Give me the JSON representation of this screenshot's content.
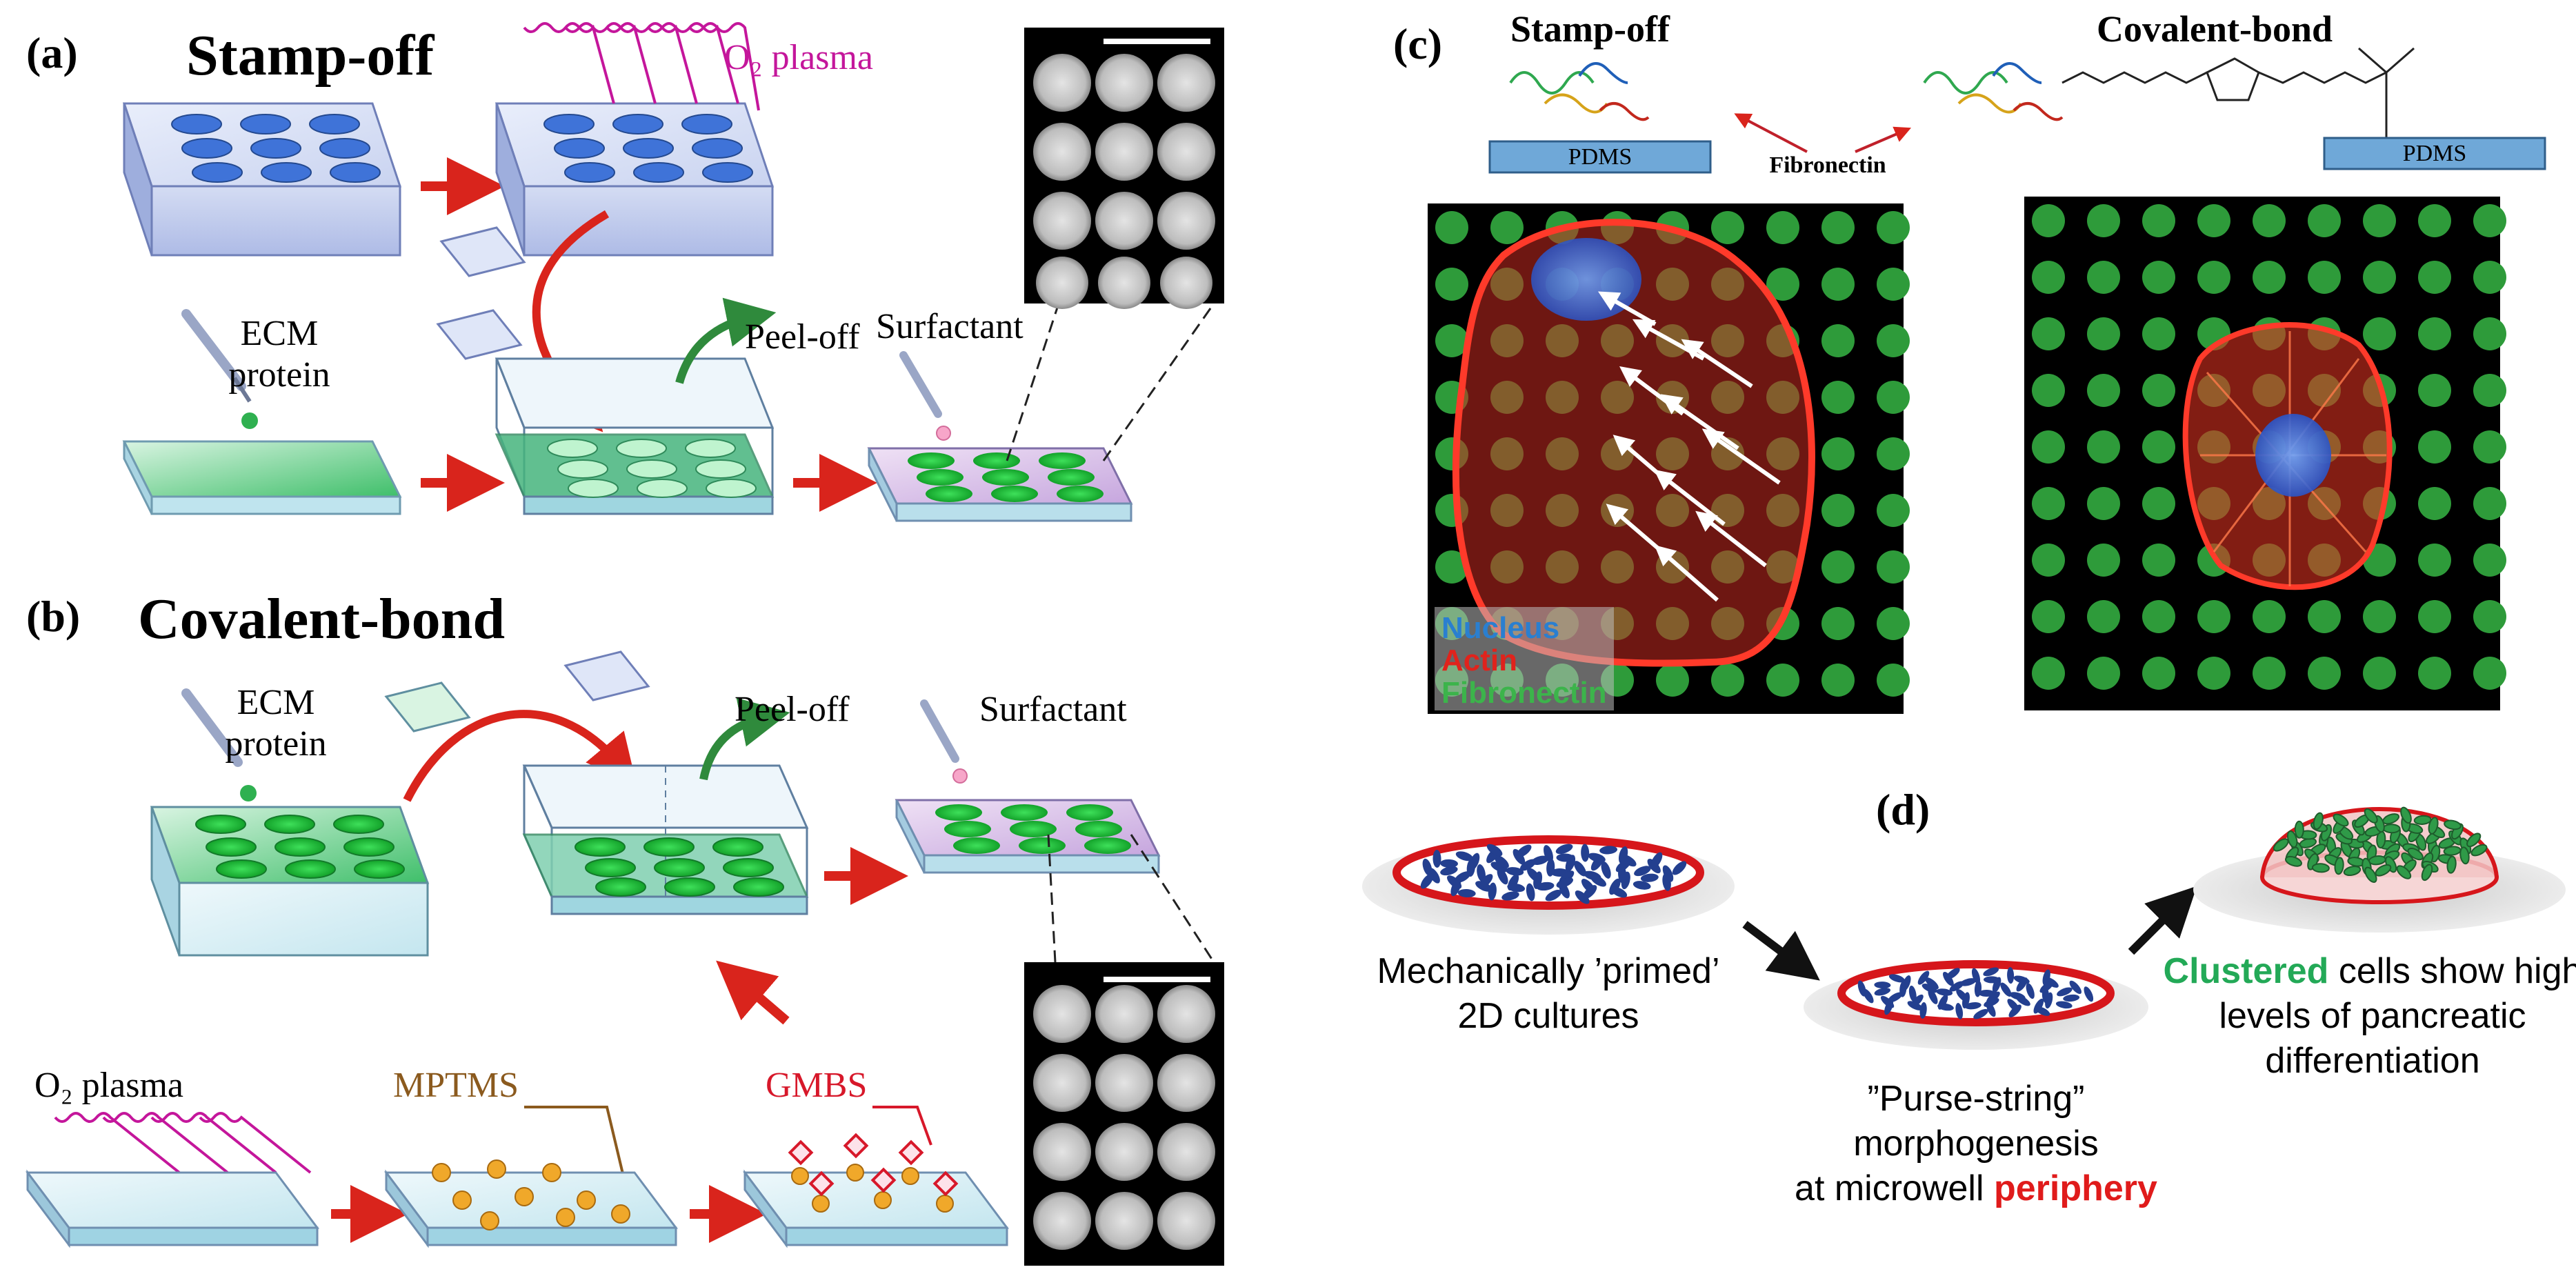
{
  "panels": {
    "a": {
      "letter": "(a)",
      "title": "Stamp-off",
      "o2_plasma": "O₂ plasma",
      "ecm_line1": "ECM",
      "ecm_line2": "protein",
      "peel_off": "Peel-off",
      "surfactant": "Surfactant"
    },
    "b": {
      "letter": "(b)",
      "title": "Covalent-bond",
      "ecm_line1": "ECM",
      "ecm_line2": "protein",
      "peel_off": "Peel-off",
      "surfactant": "Surfactant",
      "o2_plasma": "O₂ plasma",
      "mptms": "MPTMS",
      "gmbs": "GMBS"
    },
    "c": {
      "letter": "(c)",
      "stamp_off": "Stamp-off",
      "covalent_bond": "Covalent-bond",
      "fibronectin": "Fibronectin",
      "pdms": "PDMS",
      "legend": {
        "nucleus": "Nucleus",
        "actin": "Actin",
        "fibronectin": "Fibronectin"
      }
    },
    "d": {
      "letter": "(d)",
      "label1_line1": "Mechanically ’primed’",
      "label1_line2": "2D cultures",
      "label2_line1": "”Purse-string”",
      "label2_line2": "morphogenesis",
      "label2_line3_prefix": "at microwell ",
      "label2_line3_highlight": "periphery",
      "label3_highlight": "Clustered",
      "label3_line1_rest": " cells show high",
      "label3_line2": "levels of pancreatic",
      "label3_line3": "differentiation"
    }
  },
  "colors": {
    "arrow_red": "#d9241c",
    "arrow_green": "#2f8a3c",
    "plasma_magenta": "#c4169b",
    "mptms_brown": "#8b5a1e",
    "gmbs_red": "#d7182a",
    "nucleus_blue": "#2a7fd0",
    "actin_red": "#e0231c",
    "fibronectin_green": "#3cb44b",
    "periphery_red": "#e01b1b",
    "clustered_green": "#23a957"
  }
}
